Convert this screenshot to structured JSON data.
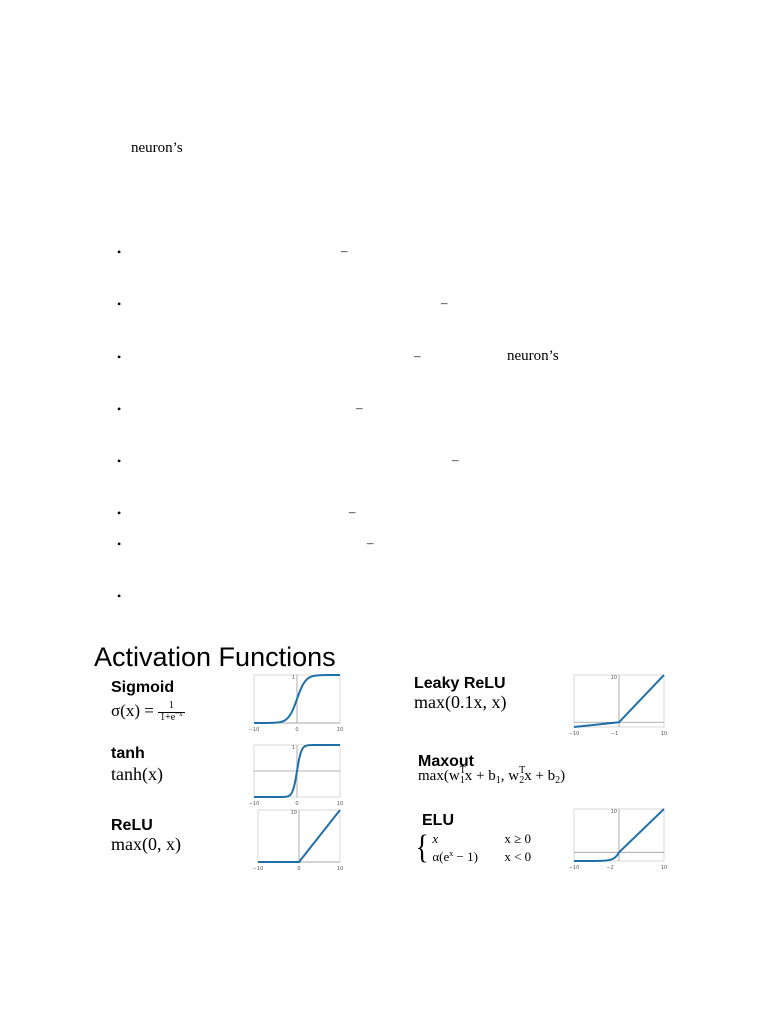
{
  "document": {
    "intro_word": "neuron’s",
    "bullets": [
      {
        "dash": "–",
        "trailing": ""
      },
      {
        "dash": "–",
        "trailing": ""
      },
      {
        "dash": "–",
        "trailing": "neuron’s"
      },
      {
        "dash": "–",
        "trailing": ""
      },
      {
        "dash": "–",
        "trailing": ""
      },
      {
        "dash": "–",
        "trailing": ""
      },
      {
        "dash": "–",
        "trailing": ""
      },
      {
        "dash": "",
        "trailing": ""
      }
    ],
    "bullet_symbol": "•"
  },
  "figure": {
    "title": "Activation Functions",
    "functions": {
      "sigmoid": {
        "name": "Sigmoid",
        "formula_lhs": "σ(x) = ",
        "frac_num": "1",
        "frac_den": "1+e",
        "frac_den_sup": "−x"
      },
      "tanh": {
        "name": "tanh",
        "formula": "tanh(x)"
      },
      "relu": {
        "name": "ReLU",
        "formula": "max(0, x)"
      },
      "leaky": {
        "name": "Leaky ReLU",
        "formula": "max(0.1x, x)"
      },
      "maxout": {
        "name": "Maxout",
        "f1": "max(w",
        "s1": "T",
        "b1": "1",
        "f2": "x + b",
        "f3": ", w",
        "s2": "T",
        "b2": "2",
        "f4": "x + b",
        "f5": ")"
      },
      "elu": {
        "name": "ELU",
        "case1_l": "x",
        "case1_r": "x ≥ 0",
        "case2_l": "α(e",
        "case2_sup": "x",
        "case2_l2": " − 1)",
        "case2_r": "x < 0"
      }
    },
    "charts": [
      {
        "id": "sigmoid",
        "xlim": [
          -10,
          10
        ],
        "ylim": [
          0,
          1
        ],
        "x_ticks": [
          "−10",
          "0",
          "10"
        ],
        "y_ticks": [
          "1"
        ],
        "line_color": "#1f6fa8"
      },
      {
        "id": "tanh",
        "xlim": [
          -10,
          10
        ],
        "ylim": [
          -1,
          1
        ],
        "x_ticks": [
          "−10",
          "0",
          "10"
        ],
        "y_ticks": [
          "1"
        ],
        "line_color": "#1f6fa8"
      },
      {
        "id": "relu",
        "xlim": [
          -10,
          10
        ],
        "ylim": [
          0,
          10
        ],
        "x_ticks": [
          "−10",
          "0",
          "10"
        ],
        "y_ticks": [
          "10"
        ],
        "line_color": "#1f6fa8"
      },
      {
        "id": "leaky",
        "xlim": [
          -10,
          10
        ],
        "ylim": [
          -1,
          10
        ],
        "x_ticks": [
          "−10",
          "−1",
          "10"
        ],
        "y_ticks": [
          "10"
        ],
        "line_color": "#1f6fa8"
      },
      {
        "id": "elu",
        "xlim": [
          -10,
          10
        ],
        "ylim": [
          -2,
          10
        ],
        "x_ticks": [
          "−10",
          "−2",
          "10"
        ],
        "y_ticks": [
          "10"
        ],
        "line_color": "#1f6fa8"
      }
    ]
  }
}
